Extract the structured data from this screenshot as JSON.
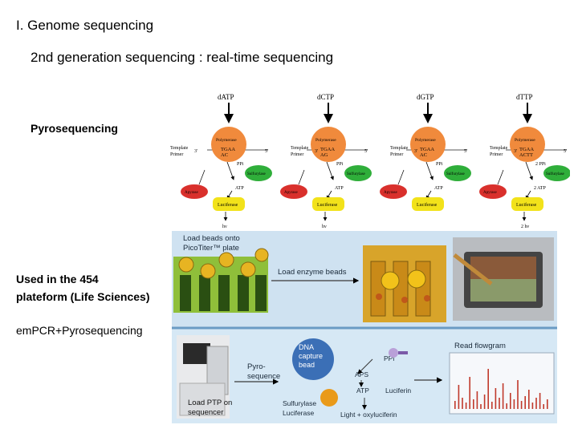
{
  "title": "I. Genome sequencing",
  "subtitle": "2nd generation sequencing : real-time sequencing",
  "labels": {
    "pyro": "Pyrosequencing",
    "platform_line1": "Used in the 454",
    "platform_line2": "plateform (Life Sciences)",
    "empcr": "emPCR+Pyrosequencing"
  },
  "diagram": {
    "nucleotides": [
      "dATP",
      "dCTP",
      "dGTP",
      "dTTP"
    ],
    "polymerase": "Polymerase",
    "template": "Template",
    "primer": "Primer",
    "three_prime": "3'",
    "five_prime": "5'",
    "ppi": "PPi",
    "ppi_double": "2 PPi",
    "sulfurylase": "Sulfurylase",
    "atp": "ATP",
    "atp_double": "2 ATP",
    "apyrase": "Apyrase",
    "luciferase": "Luciferase",
    "hv": "hν",
    "hv_double": "2 hν",
    "seqs": [
      [
        "TGAA",
        "AC"
      ],
      [
        "TGAA",
        "AG"
      ],
      [
        "TGAA",
        "AC"
      ],
      [
        "TGAA",
        "ACTT"
      ]
    ]
  },
  "photos": {
    "load_beads_line1": "Load beads onto",
    "load_beads_line2": "PicoTiter™ plate",
    "load_enzyme": "Load enzyme beads",
    "pyro_line1": "Pyro-",
    "pyro_line2": "sequence",
    "dna_line1": "DNA",
    "dna_line2": "capture",
    "dna_line3": "bead",
    "ppi": "PPi",
    "aps": "APS",
    "atp": "ATP",
    "luciferin": "Luciferin",
    "sulfurylase": "Sulfurylase",
    "luciferase": "Luciferase",
    "light": "Light + oxyluciferin",
    "load_ptp_line1": "Load PTP on",
    "load_ptp_line2": "sequencer",
    "read_flowgram": "Read flowgram"
  },
  "colors": {
    "polymerase": "#f08a3c",
    "sulfurylase": "#2fae3a",
    "apyrase": "#d9302c",
    "luciferase": "#f2e21a",
    "photo_panel": "#cfe3f2",
    "photo_divider": "#6a9bc4"
  }
}
